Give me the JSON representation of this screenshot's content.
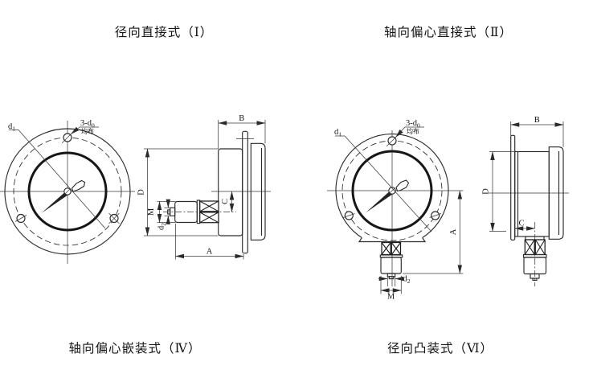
{
  "titles": {
    "top_left": "径向直接式（Ⅰ）",
    "top_right": "轴向偏心直接式（Ⅱ）",
    "bottom_left": "轴向偏心嵌装式（Ⅳ）",
    "bottom_right": "径向凸装式（Ⅵ）"
  },
  "labels": {
    "d": "d",
    "sub0": "0",
    "sub1": "1",
    "sub2": "2",
    "three_prefix": "3-d",
    "junbu": "均布",
    "A": "A",
    "B": "B",
    "C": "C",
    "D": "D",
    "M": "M"
  },
  "colors": {
    "line": "#2b2b2b",
    "background": "#ffffff"
  }
}
